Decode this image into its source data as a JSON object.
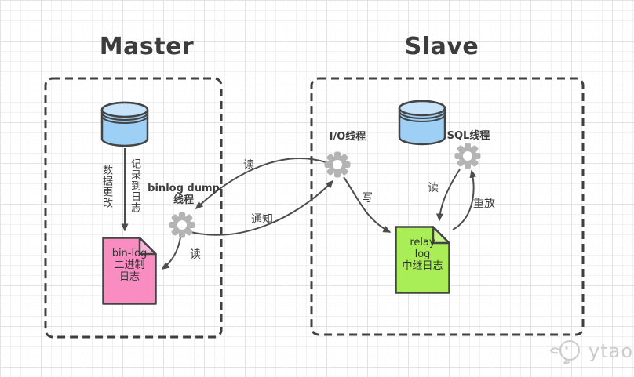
{
  "titles": {
    "master": "Master",
    "slave": "Slave"
  },
  "master": {
    "db_to_log_left_label": "数据更改",
    "db_to_log_right_label": "记录到日志",
    "thread_label_line1": "binlog dump",
    "thread_label_line2": "线程",
    "read_label": "读",
    "doc": {
      "line1": "bin-log",
      "line2": "二进制",
      "line3": "日志"
    }
  },
  "middle": {
    "read_label": "读",
    "notify_label": "通知"
  },
  "slave": {
    "io_thread_label": "I/O线程",
    "sql_thread_label": "SQL线程",
    "write_label": "写",
    "read_label": "读",
    "replay_label": "重放",
    "doc": {
      "line1": "relay",
      "line2": "log",
      "line3": "中继日志"
    }
  },
  "watermark": {
    "text": "ytao"
  },
  "colors": {
    "stroke": "#4D4D4D",
    "database_fill": "#9ECFF5",
    "database_top_fill": "#C6E3F9",
    "binlog_doc_fill": "#F98CC1",
    "binlog_doc_fold_fill": "#FBB3D8",
    "relay_doc_fill": "#A9EE56",
    "relay_doc_fold_fill": "#C8F58C",
    "gear_fill": "#B4B4B4",
    "watermark": "#CCCCCC"
  }
}
